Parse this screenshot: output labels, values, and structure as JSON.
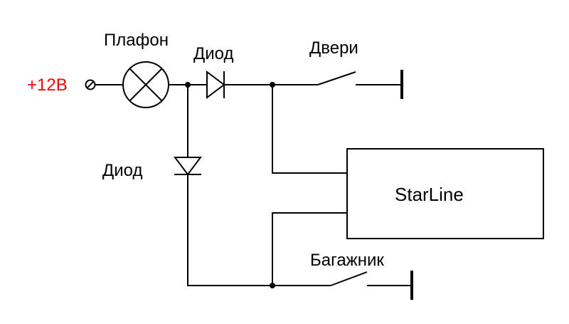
{
  "labels": {
    "power": "+12В",
    "lamp": "Плафон",
    "diode_top": "Диод",
    "diode_left": "Диод",
    "doors": "Двери",
    "trunk": "Багажник",
    "module": "StarLine"
  },
  "colors": {
    "power_label": "#ff0000",
    "wire": "#000000"
  }
}
